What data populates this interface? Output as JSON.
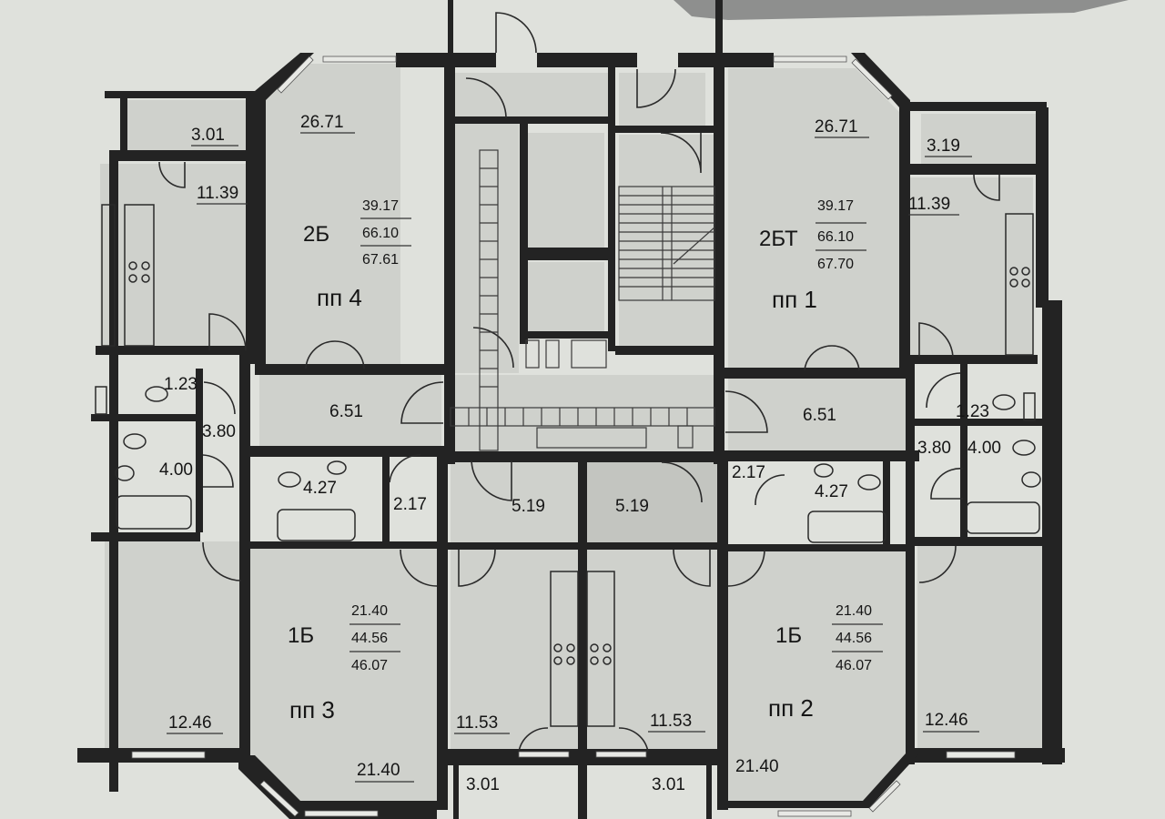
{
  "plan": {
    "apartments": {
      "pp4": {
        "type": "2Б",
        "unit": "пп 4",
        "area_living": "39.17",
        "area_total": "66.10",
        "area_with_balcony": "67.61"
      },
      "pp1": {
        "type": "2БТ",
        "unit": "пп 1",
        "area_living": "39.17",
        "area_total": "66.10",
        "area_with_balcony": "67.70"
      },
      "pp3": {
        "type": "1Б",
        "unit": "пп 3",
        "area_living": "21.40",
        "area_total": "44.56",
        "area_with_balcony": "46.07"
      },
      "pp2": {
        "type": "1Б",
        "unit": "пп 2",
        "area_living": "21.40",
        "area_total": "44.56",
        "area_with_balcony": "46.07"
      }
    },
    "rooms": {
      "tl_balcony": "3.01",
      "tl_living": "26.71",
      "tl_kitchen": "11.39",
      "tl_wc": "1.23",
      "tl_corr": "3.80",
      "tl_bath": "4.00",
      "tl_hall": "6.51",
      "tr_balcony": "3.19",
      "tr_living": "26.71",
      "tr_kitchen": "11.39",
      "tr_wc": "1.23",
      "tr_corr": "3.80",
      "tr_bath": "4.00",
      "tr_hall": "6.51",
      "bl_bath": "4.27",
      "bl_corr": "2.17",
      "bl_hall": "5.19",
      "bl_kitchen": "11.53",
      "bl_balcony": "3.01",
      "bl_room": "21.40",
      "bl_far_room": "12.46",
      "br_bath": "4.27",
      "br_corr": "2.17",
      "br_hall": "5.19",
      "br_kitchen": "11.53",
      "br_balcony": "3.01",
      "br_room": "21.40",
      "br_far_room": "12.46"
    }
  }
}
